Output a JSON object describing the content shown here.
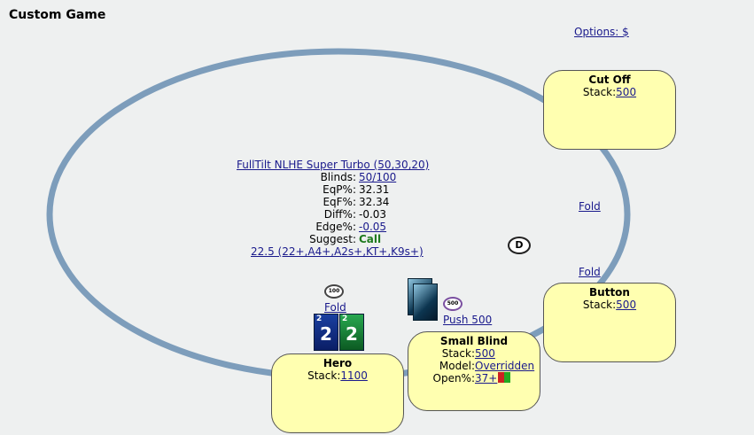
{
  "header": {
    "title": "Custom Game",
    "options_link": "Options: $"
  },
  "info": {
    "hand_link": "FullTilt NLHE Super Turbo (50,30,20)",
    "rows": [
      {
        "label": "Blinds:",
        "value": "50/100"
      },
      {
        "label": "EqP%:",
        "value": "32.31"
      },
      {
        "label": "EqF%:",
        "value": "32.34"
      },
      {
        "label": "Diff%:",
        "value": "-0.03"
      },
      {
        "label": "Edge%:",
        "value": "-0.05"
      },
      {
        "label": "Suggest:",
        "value": "Call"
      }
    ],
    "range_link": "22.5 (22+,A4+,A2s+,KT+,K9s+)"
  },
  "seats": {
    "cutoff": {
      "name": "Cut Off",
      "stack_label": "Stack:",
      "stack": "500"
    },
    "button": {
      "name": "Button",
      "stack_label": "Stack:",
      "stack": "500"
    },
    "small_blind": {
      "name": "Small Blind",
      "stack_label": "Stack:",
      "stack": "500",
      "model_label": "Model:",
      "model": "Overridden",
      "open_label": "Open%:",
      "open": "37+"
    },
    "hero": {
      "name": "Hero",
      "stack_label": "Stack:",
      "stack": "1100"
    }
  },
  "actions": {
    "cutoff": "Fold",
    "button": "Fold",
    "hero": "Fold",
    "small_blind": "Push 500"
  },
  "chips": {
    "hero": "100",
    "small_blind": "500"
  },
  "dealer_button": "D",
  "hero_cards": [
    {
      "rank": "2",
      "corner": "2",
      "color": "blue"
    },
    {
      "rank": "2",
      "corner": "2",
      "color": "green"
    }
  ],
  "colors": {
    "table_rail": "#7d9dbb",
    "seat_fill": "#ffffb0",
    "suggest": "#1f7a1f",
    "open_bar_red": "#cc2222",
    "open_bar_green": "#22aa22"
  }
}
